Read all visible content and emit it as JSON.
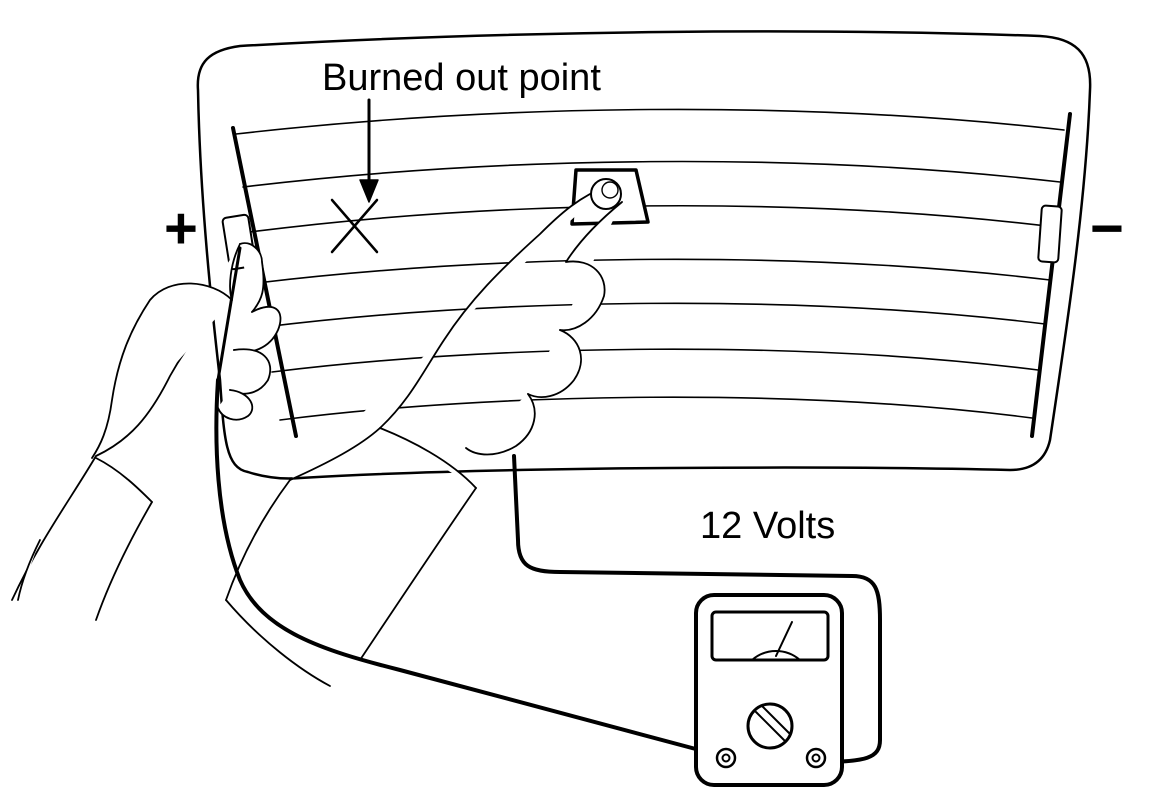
{
  "diagram": {
    "labels": {
      "burned_out_point": "Burned out point",
      "voltage": "12 Volts",
      "positive": "+",
      "negative": "−"
    },
    "style": {
      "line_color": "#000000",
      "background": "#ffffff"
    },
    "parts": [
      "rear-window-glass",
      "heater-grid-lines",
      "positive-bus-bar",
      "negative-bus-bar",
      "burned-out-mark",
      "voltmeter",
      "test-leads",
      "hands"
    ]
  }
}
